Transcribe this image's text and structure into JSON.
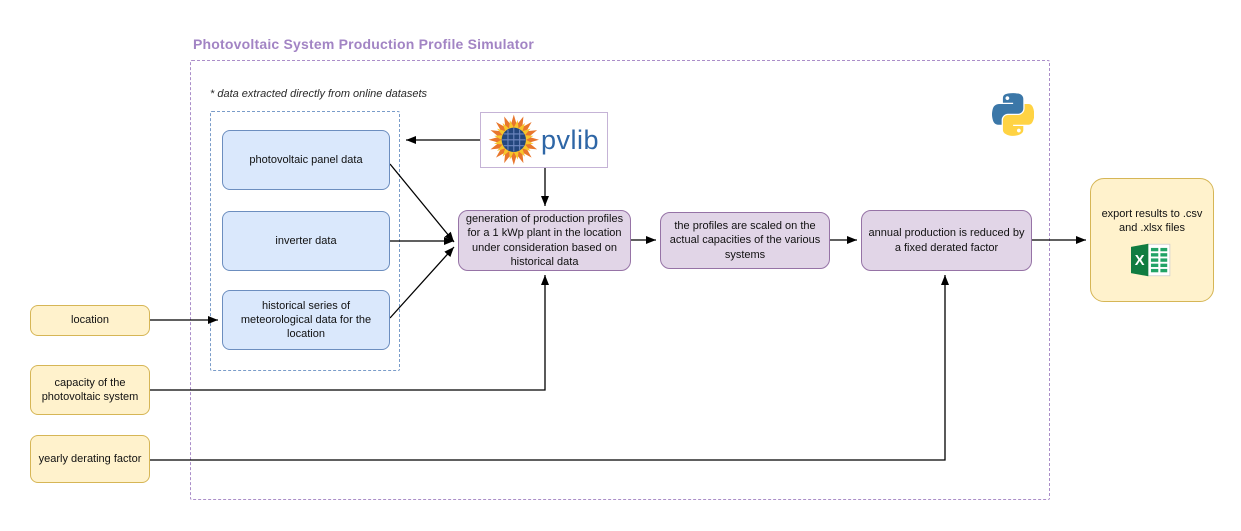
{
  "title": "Photovoltaic System Production Profile Simulator",
  "note": "* data extracted directly from online datasets",
  "nodes": {
    "panel_data": {
      "label": "photovoltaic panel data"
    },
    "inverter_data": {
      "label": "inverter data"
    },
    "meteo_data": {
      "label": "historical series of meteorological data for the location"
    },
    "generation": {
      "label": "generation of production profiles for a 1 kWp plant in the location under consideration based on historical data"
    },
    "scaling": {
      "label": "the profiles are scaled on the actual capacities of the various systems"
    },
    "derating": {
      "label": "annual production is reduced by a fixed derated factor"
    },
    "export": {
      "label": "export results to .csv and .xlsx files"
    },
    "location": {
      "label": "location"
    },
    "capacity": {
      "label": "capacity of the photovoltaic system"
    },
    "yearly_derating": {
      "label": "yearly derating factor"
    }
  },
  "logos": {
    "pvlib_label": "pvlib"
  },
  "edges": [
    {
      "from": "pvlib_logo",
      "to": "panel_data"
    },
    {
      "from": "pvlib_logo",
      "to": "generation"
    },
    {
      "from": "panel_data",
      "to": "generation"
    },
    {
      "from": "inverter_data",
      "to": "generation"
    },
    {
      "from": "meteo_data",
      "to": "generation"
    },
    {
      "from": "location",
      "to": "meteo_data"
    },
    {
      "from": "capacity",
      "to": "generation"
    },
    {
      "from": "generation",
      "to": "scaling"
    },
    {
      "from": "scaling",
      "to": "derating"
    },
    {
      "from": "yearly_derating",
      "to": "derating"
    },
    {
      "from": "derating",
      "to": "export"
    }
  ],
  "palette": {
    "title_purple": "#a284c4",
    "outer_frame_dash": "#ab8ec9",
    "inner_frame_dash": "#7a9cc9",
    "blue_fill": "#dae8fc",
    "blue_border": "#6c8ebf",
    "purple_fill": "#e1d5e7",
    "purple_border": "#9673a6",
    "yellow_fill": "#fff2cc",
    "yellow_border": "#d6b656",
    "pvlib_blue": "#2e66a6",
    "python_blue": "#3b77a8",
    "python_yellow": "#ffd343",
    "excel_green": "#107c41",
    "arrow_black": "#000000"
  }
}
